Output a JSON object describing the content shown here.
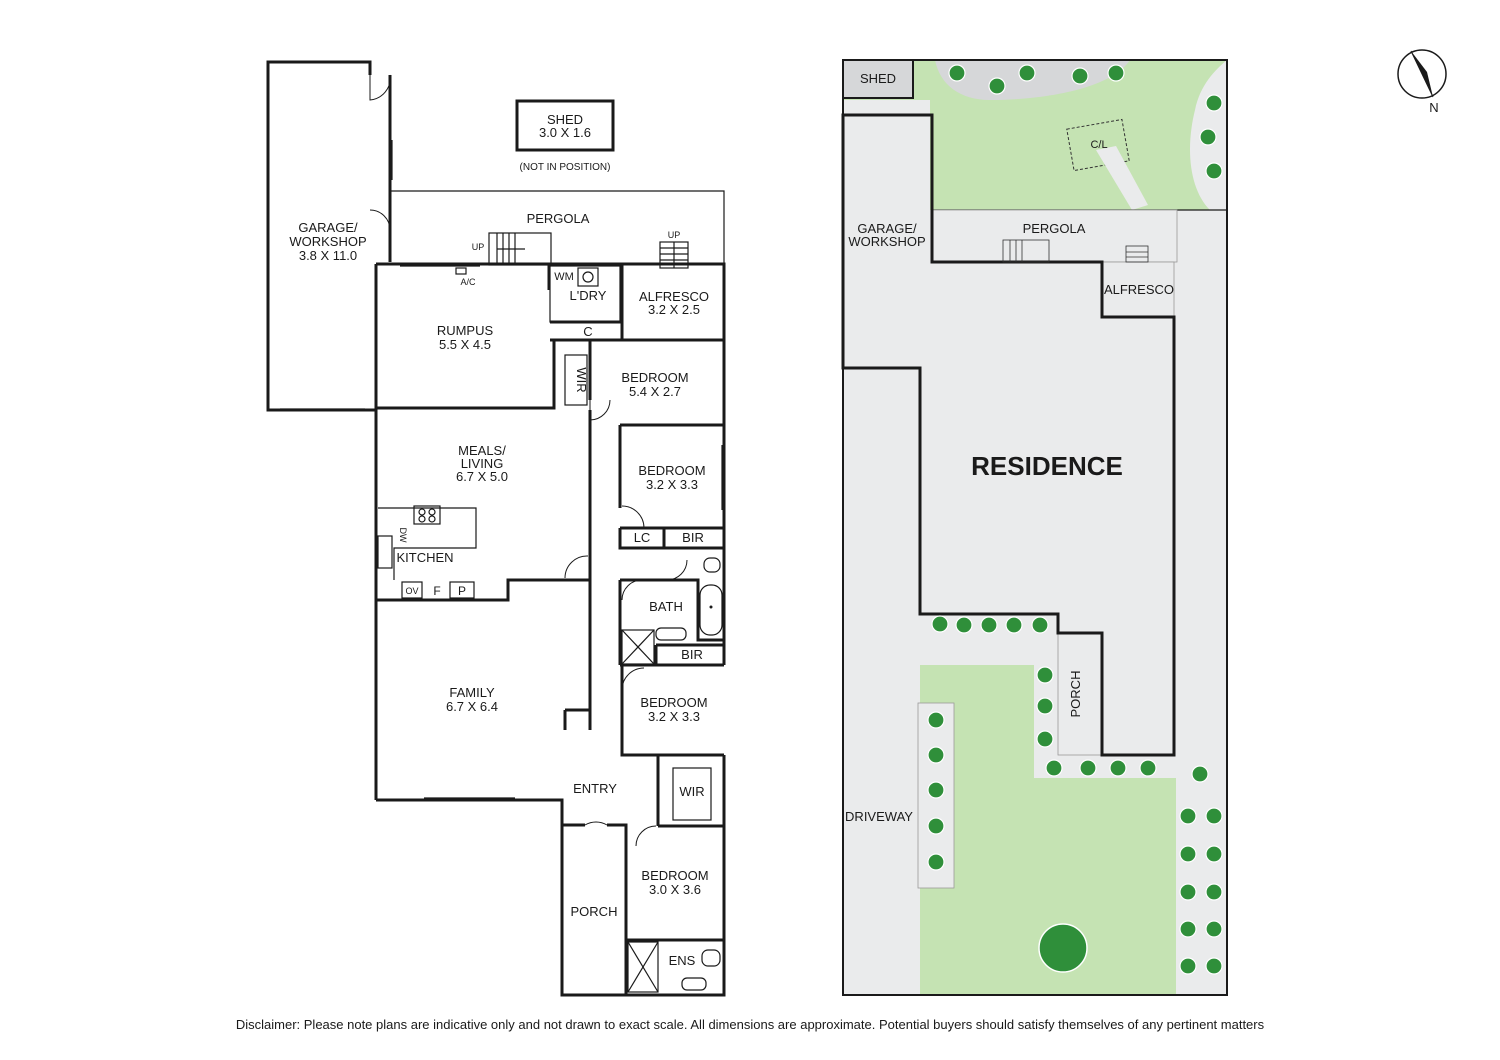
{
  "floor_plan": {
    "rooms": {
      "garage": {
        "name": "GARAGE/",
        "name2": "WORKSHOP",
        "size": "3.8 X 11.0"
      },
      "shed": {
        "name": "SHED",
        "size": "3.0 X 1.6",
        "note": "(NOT IN POSITION)"
      },
      "pergola": {
        "name": "PERGOLA"
      },
      "rumpus": {
        "name": "RUMPUS",
        "size": "5.5 X 4.5"
      },
      "laundry": {
        "name": "L'DRY"
      },
      "wm": {
        "name": "WM"
      },
      "cupboard": {
        "name": "C"
      },
      "alfresco": {
        "name": "ALFRESCO",
        "size": "3.2 X 2.5"
      },
      "bedroom1": {
        "name": "BEDROOM",
        "size": "5.4 X 2.7"
      },
      "wir1": {
        "name": "WIR"
      },
      "meals": {
        "name": "MEALS/",
        "name2": "LIVING",
        "size": "6.7 X 5.0"
      },
      "bedroom2": {
        "name": "BEDROOM",
        "size": "3.2 X 3.3"
      },
      "lc": {
        "name": "LC"
      },
      "bir1": {
        "name": "BIR"
      },
      "kitchen": {
        "name": "KITCHEN"
      },
      "dw": {
        "name": "DW"
      },
      "ov": {
        "name": "OV"
      },
      "fridge": {
        "name": "F"
      },
      "pantry": {
        "name": "P"
      },
      "bath": {
        "name": "BATH"
      },
      "bir2": {
        "name": "BIR"
      },
      "family": {
        "name": "FAMILY",
        "size": "6.7 X 6.4"
      },
      "bedroom3": {
        "name": "BEDROOM",
        "size": "3.2 X 3.3"
      },
      "entry": {
        "name": "ENTRY"
      },
      "wir2": {
        "name": "WIR"
      },
      "porch": {
        "name": "PORCH"
      },
      "bedroom4": {
        "name": "BEDROOM",
        "size": "3.0 X 3.6"
      },
      "ens": {
        "name": "ENS"
      }
    },
    "labels": {
      "up": "UP",
      "ac": "A/C"
    }
  },
  "site_plan": {
    "shed": "SHED",
    "cl": "C/L",
    "garage": "GARAGE/",
    "garage2": "WORKSHOP",
    "pergola": "PERGOLA",
    "alfresco": "ALFRESCO",
    "residence": "RESIDENCE",
    "porch": "PORCH",
    "driveway": "DRIVEWAY"
  },
  "compass": {
    "label": "N"
  },
  "colors": {
    "lawn": "#c5e3b3",
    "building": "#d6d7d9",
    "paving": "#eaebec",
    "walls": "#1a1a1a",
    "tree": "#2f8f3a"
  },
  "disclaimer": "Disclaimer: Please note plans are indicative only and not drawn to exact scale. All dimensions are approximate. Potential buyers should satisfy themselves of any pertinent matters"
}
